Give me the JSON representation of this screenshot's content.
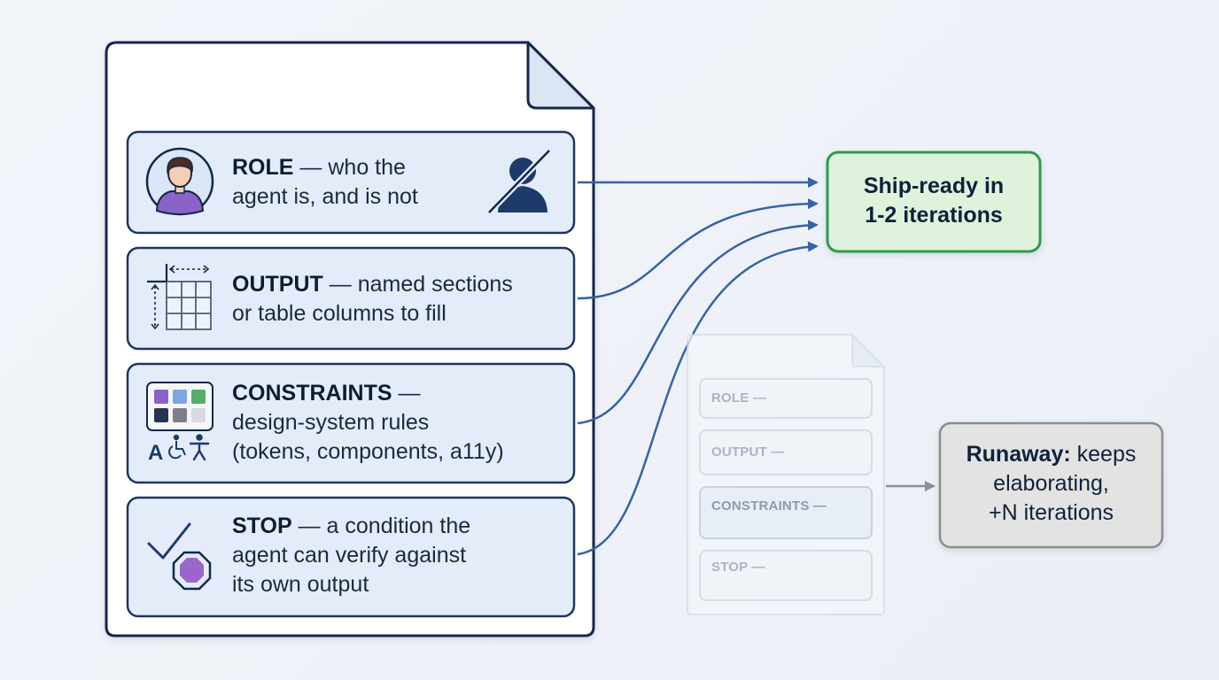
{
  "prompt_sections": [
    {
      "key": "ROLE",
      "dash": " — ",
      "lines": [
        "who the",
        "agent is, and is not"
      ],
      "icon": "person-avatar-icon",
      "secondary_icon": "crossed-out-person-icon"
    },
    {
      "key": "OUTPUT",
      "dash": " — ",
      "lines": [
        "named sections",
        "or table columns to fill"
      ],
      "icon": "table-grid-icon"
    },
    {
      "key": "CONSTRAINTS",
      "dash": " —",
      "lines": [
        "design-system rules",
        "(tokens, components, a11y)"
      ],
      "icon": "color-tokens-accessibility-icon"
    },
    {
      "key": "STOP",
      "dash": " — ",
      "lines": [
        "a condition the",
        "agent can verify against",
        "its own output"
      ],
      "icon": "checkmark-stop-sign-icon"
    }
  ],
  "ghost_document": {
    "rows": [
      "ROLE —",
      "OUTPUT —",
      "CONSTRAINTS —",
      "STOP —"
    ]
  },
  "outcomes": {
    "success": {
      "lines": [
        "Ship-ready in",
        "1-2 iterations"
      ],
      "color": "#2f9a4e",
      "fill": "#dff2dc"
    },
    "runaway": {
      "bold": "Runaway:",
      "rest": " keeps",
      "lines": [
        "elaborating,",
        "+N iterations"
      ],
      "fill": "#e3e3e3"
    }
  },
  "colors": {
    "document_border": "#14284b",
    "card_fill": "#e3ecf8",
    "card_border": "#1f3560",
    "arrow": "#3563a8",
    "avatar_shirt": "#8a63c9",
    "stop_sign": "#9a66cc"
  }
}
